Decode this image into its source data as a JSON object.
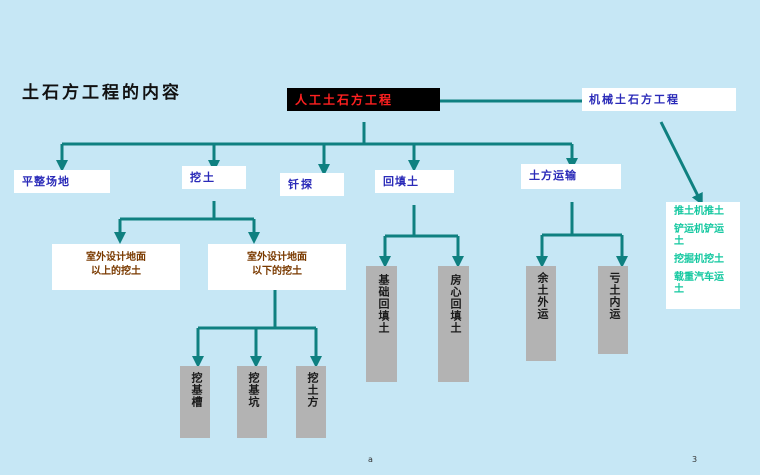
{
  "page_title": "土石方工程的内容",
  "root_label": "人工土石方工程",
  "machine_label": "机械土石方工程",
  "level1": [
    "平整场地",
    "挖土",
    "钎探",
    "回填土",
    "土方运输"
  ],
  "excavation": [
    "室外设计地面以上的挖土",
    "室外设计地面以下的挖土"
  ],
  "excavation_lines": [
    [
      "室外设计地面",
      "以上的挖土"
    ],
    [
      "室外设计地面",
      "以下的挖土"
    ]
  ],
  "below_grade": [
    "挖基槽",
    "挖基坑",
    "挖土方"
  ],
  "backfill": [
    "基础回填土",
    "房心回填土"
  ],
  "transport": [
    "余土外运",
    "亏土内运"
  ],
  "machine_items": [
    "推土机推土",
    "铲运机铲运土",
    "挖掘机挖土",
    "载重汽车运土"
  ],
  "machine_lines": [
    "推土机推土",
    "铲运机铲运",
    "土",
    "挖掘机挖土",
    "载重汽车运",
    "土"
  ],
  "footer_left": "a",
  "footer_right": "3",
  "colors": {
    "connector": "#0f8080",
    "background": "#c6e7f5",
    "root_text": "#ff2020"
  }
}
